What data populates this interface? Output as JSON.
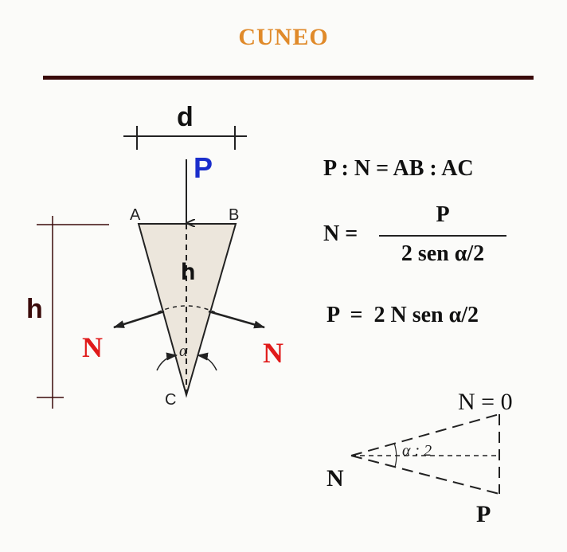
{
  "title": "CUNEO",
  "colors": {
    "title": "#e08a2a",
    "rule": "#3a0a0a",
    "force_p": "#1a2ecc",
    "force_n": "#e01a1a",
    "wedge_fill": "#ece6dc",
    "ink": "#222222"
  },
  "wedge": {
    "vertex_a": "A",
    "vertex_b": "B",
    "vertex_c": "C",
    "width_label": "d",
    "height_label_inner": "h",
    "height_label_outer": "h",
    "angle_label": "α",
    "force_p": "P",
    "force_n_left": "N",
    "force_n_right": "N"
  },
  "formulas": {
    "ratio": "P : N = AB : AC",
    "n_lhs": "N =",
    "n_numerator": "P",
    "n_denominator": "2 sen α/2",
    "p_equation": "P  =  2 N sen α/2"
  },
  "force_triangle": {
    "top_label": "N = 0",
    "left_label": "N",
    "bottom_label": "P",
    "angle_label": "α : 2"
  }
}
